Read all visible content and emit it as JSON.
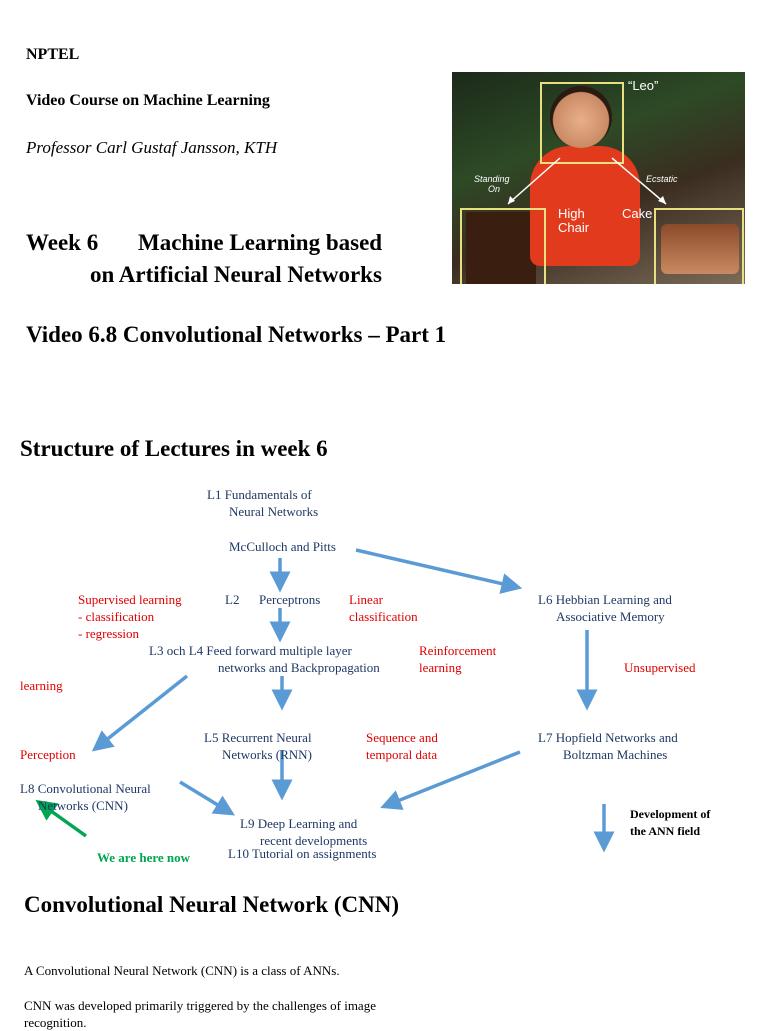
{
  "header": {
    "org": "NPTEL",
    "course": "Video Course on Machine Learning",
    "professor": "Professor Carl Gustaf Jansson, KTH"
  },
  "week": {
    "label": "Week 6",
    "title_line1": "Machine Learning based",
    "title_line2": "on Artificial Neural Networks"
  },
  "video": {
    "title": "Video 6.8  Convolutional Networks – Part 1"
  },
  "photo": {
    "labels": {
      "leo": "“Leo”",
      "standing": "Standing",
      "on": "On",
      "ecstatic": "Ecstatic",
      "high": "High",
      "chair": "Chair",
      "cake": "Cake"
    }
  },
  "structure": {
    "heading": "Structure of Lectures in week 6",
    "nodes": {
      "l1_a": "L1  Fundamentals of",
      "l1_b": "Neural Networks",
      "mcculloch": "McCulloch and Pitts",
      "l2": "L2",
      "perceptrons": "Perceptrons",
      "l6_a": "L6 Hebbian Learning and",
      "l6_b": "Associative Memory",
      "l34_a": "L3 och L4   Feed forward multiple layer",
      "l34_b": "networks and Backpropagation",
      "l5_a": "L5 Recurrent Neural",
      "l5_b": "Networks (RNN)",
      "l7_a": "L7  Hopfield Networks and",
      "l7_b": "Boltzman Machines",
      "l8_a": "L8  Convolutional Neural",
      "l8_b": "Networks (CNN)",
      "l9_a": "L9 Deep Learning and",
      "l9_b": "recent developments",
      "l10": "L10 Tutorial on assignments"
    },
    "annotations": {
      "supervised_1": "Supervised learning",
      "supervised_2": "- classification",
      "supervised_3": "- regression",
      "linear_1": "Linear",
      "linear_2": "classification",
      "reinforcement_1": "Reinforcement",
      "reinforcement_2": "learning",
      "unsupervised": "Unsupervised",
      "learning": "learning",
      "perception": "Perception",
      "sequence_1": "Sequence and",
      "sequence_2": "temporal data",
      "here": "We are here now",
      "dev_1": "Development of",
      "dev_2": "the ANN field"
    }
  },
  "cnn": {
    "heading": "Convolutional Neural Network (CNN)",
    "para1": "A Convolutional Neural Network (CNN) is a class of ANNs.",
    "para2": "CNN was developed primarily triggered by the challenges of image",
    "para3": "recognition."
  },
  "colors": {
    "arrow_blue": "#5b9bd5",
    "arrow_green": "#00a651",
    "node_text": "#1f3864",
    "annotation_red": "#e00000"
  }
}
